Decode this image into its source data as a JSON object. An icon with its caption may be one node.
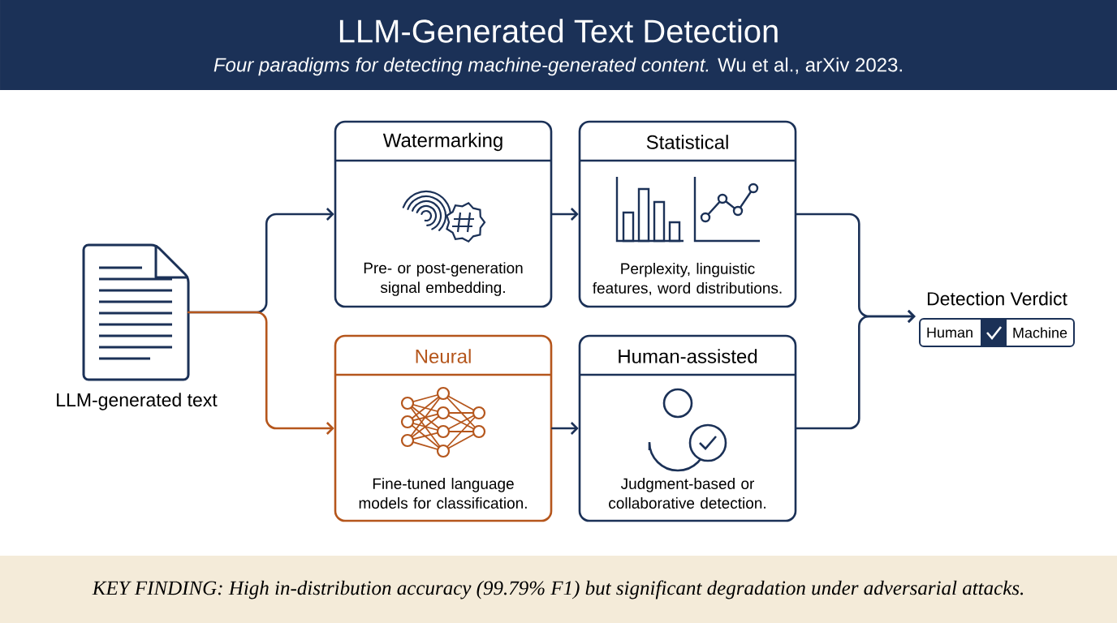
{
  "diagram": {
    "title": "LLM-Generated Text Detection",
    "caption": "KEY FINDING: High in-distribution accuracy (99.79% F1) but significant degradation under adversarial attacks.",
    "labels": [
      "*Four paradigms for detecting machine-generated content.* Wu et al., arXiv 2023."
    ],
    "nodes": [
      {
        "text": [],
        "shape": "document",
        "beside": [
          "LLM-generated text"
        ]
      },
      {
        "text": [
          "Watermarking",
          "Pre- or post-generation signal embedding."
        ]
      },
      {
        "text": [
          "Statistical",
          "Perplexity, linguistic features, word distributions."
        ]
      },
      {
        "text": [
          "Neural",
          "Fine-tuned language models for classification."
        ]
      },
      {
        "text": [
          "Human-assisted",
          "Judgment-based or collaborative detection."
        ]
      },
      {
        "text": [
          "Detection Verdict",
          "Human",
          "Machine"
        ]
      }
    ],
    "edges": [
      {
        "from": 0,
        "to": 1,
        "arrow": "to"
      },
      {
        "from": 0,
        "to": 3,
        "arrow": "to",
        "color": "#b5561c"
      },
      {
        "from": 1,
        "to": 2,
        "arrow": "to"
      },
      {
        "from": 3,
        "to": 4,
        "arrow": "to"
      },
      {
        "from": 2,
        "to": 5,
        "arrow": "to"
      },
      {
        "from": 4,
        "to": 5,
        "arrow": "to"
      }
    ]
  }
}
